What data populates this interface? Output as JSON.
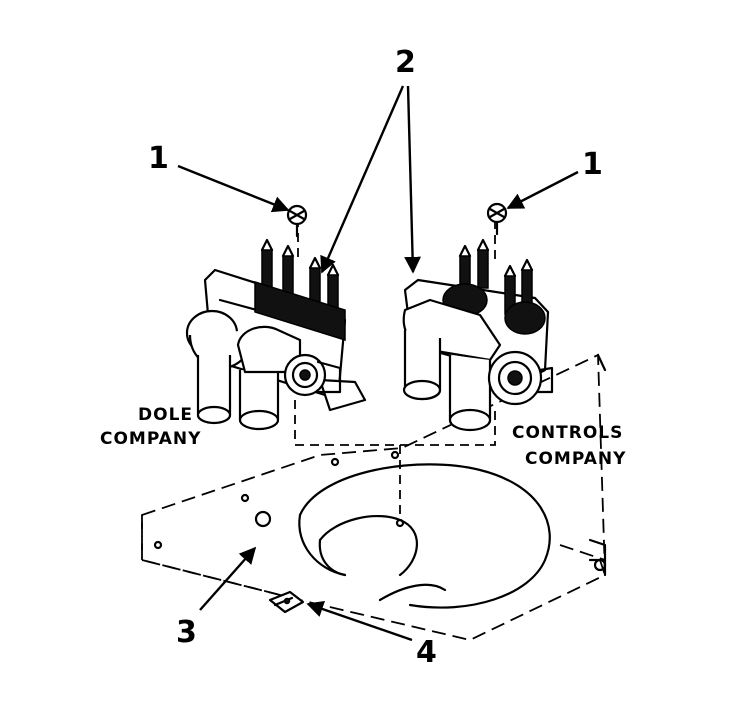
{
  "callouts": {
    "screw_left": "1",
    "screw_right": "1",
    "valves": "2",
    "bracket": "3",
    "clip": "4"
  },
  "labels": {
    "dole_line1": "DOLE",
    "dole_line2": "COMPANY",
    "controls_line1": "CONTROLS",
    "controls_line2": "COMPANY"
  }
}
